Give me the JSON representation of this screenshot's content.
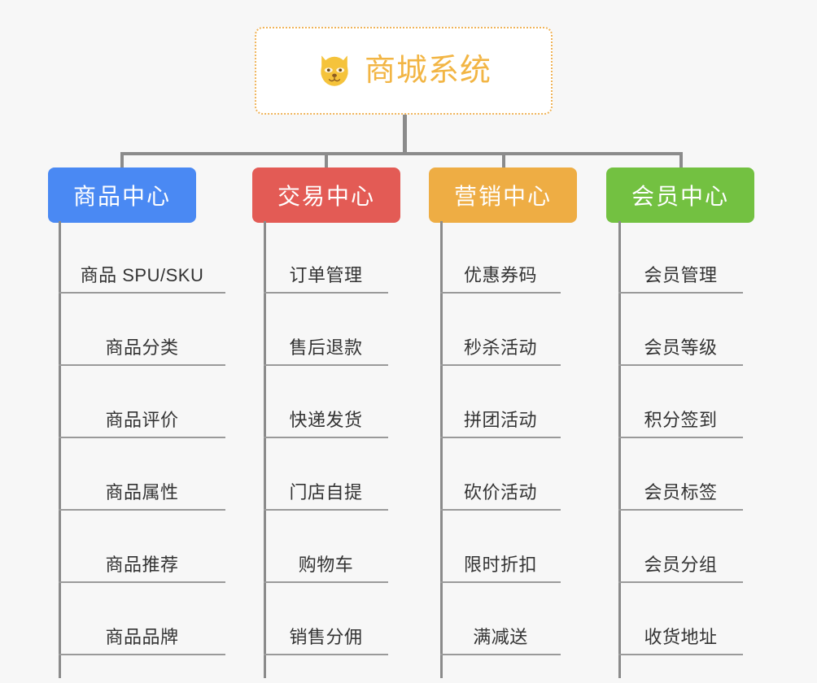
{
  "page": {
    "background_color": "#f7f7f7",
    "line_color": "#8b8b8b",
    "leaf_text_color": "#333333"
  },
  "root": {
    "title": "商城系统",
    "icon": "dog-face-icon",
    "text_color": "#f2b544",
    "border_color": "#f0b45a",
    "background_color": "#ffffff"
  },
  "departments": [
    {
      "label": "商品中心",
      "color": "#4a89f3",
      "items": [
        "商品 SPU/SKU",
        "商品分类",
        "商品评价",
        "商品属性",
        "商品推荐",
        "商品品牌"
      ]
    },
    {
      "label": "交易中心",
      "color": "#e35b55",
      "items": [
        "订单管理",
        "售后退款",
        "快递发货",
        "门店自提",
        "购物车",
        "销售分佣"
      ]
    },
    {
      "label": "营销中心",
      "color": "#eead44",
      "items": [
        "优惠券码",
        "秒杀活动",
        "拼团活动",
        "砍价活动",
        "限时折扣",
        "满减送"
      ]
    },
    {
      "label": "会员中心",
      "color": "#73c141",
      "items": [
        "会员管理",
        "会员等级",
        "积分签到",
        "会员标签",
        "会员分组",
        "收货地址"
      ]
    }
  ]
}
